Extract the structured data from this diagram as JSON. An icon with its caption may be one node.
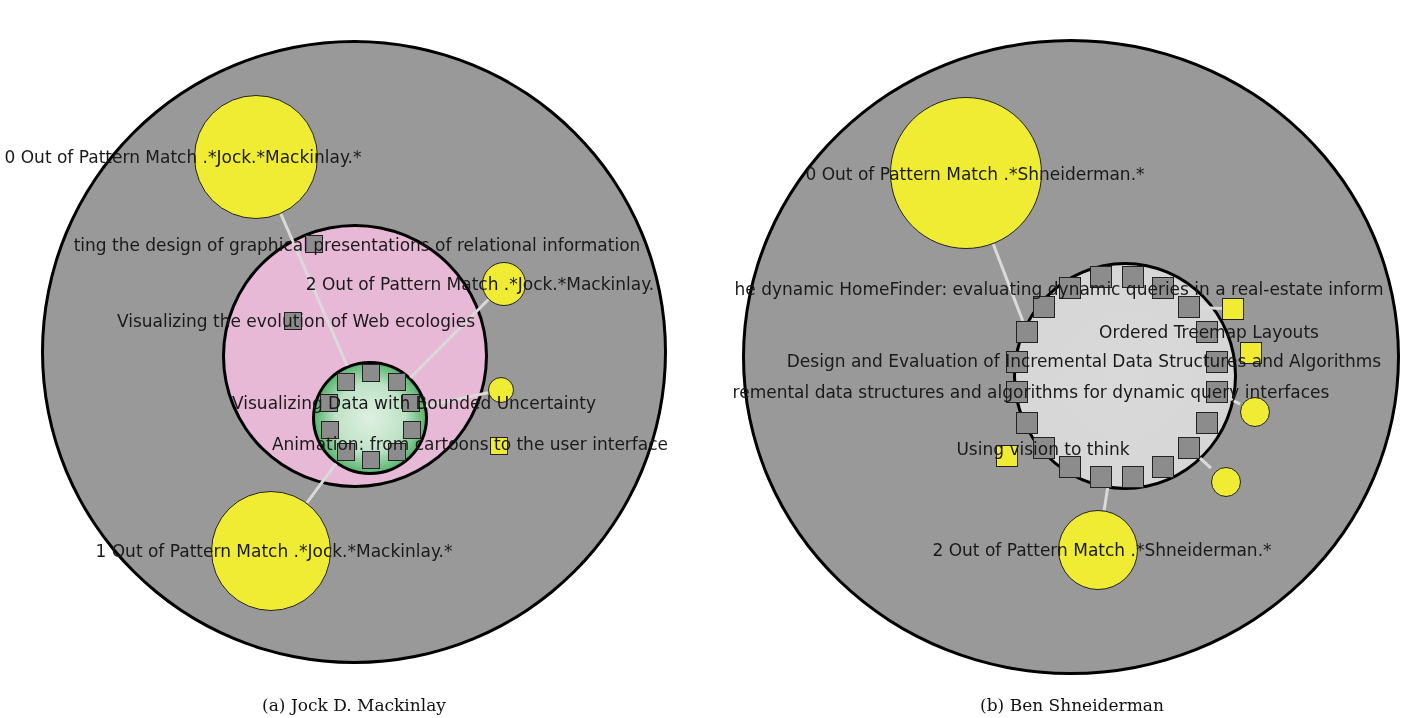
{
  "diagram": {
    "nodes": [
      {
        "text": [],
        "shape": "circle"
      },
      {
        "text": [],
        "shape": "circle",
        "in": 0
      },
      {
        "text": [],
        "shape": "circle",
        "in": 0
      },
      {
        "text": [],
        "shape": "box",
        "in": 1
      },
      {
        "text": [],
        "shape": "circle",
        "in": 0
      },
      {
        "text": [],
        "shape": "box",
        "in": 1
      },
      {
        "text": [],
        "shape": "circle",
        "in": 1
      },
      {
        "text": [],
        "shape": "box",
        "in": 6
      },
      {
        "text": [],
        "shape": "box",
        "in": 6
      },
      {
        "text": [],
        "shape": "box",
        "in": 6
      },
      {
        "text": [],
        "shape": "box",
        "in": 6
      },
      {
        "text": [],
        "shape": "box",
        "in": 6
      },
      {
        "text": [],
        "shape": "box",
        "in": 6
      },
      {
        "text": [],
        "shape": "box",
        "in": 6
      },
      {
        "text": [],
        "shape": "box",
        "in": 6
      },
      {
        "text": [],
        "shape": "box",
        "in": 6
      },
      {
        "text": [],
        "shape": "box",
        "in": 6
      },
      {
        "text": [],
        "shape": "circle",
        "in": 0
      },
      {
        "text": [],
        "shape": "box",
        "in": 0
      },
      {
        "text": [],
        "shape": "circle",
        "in": 0
      },
      {
        "text": [],
        "shape": "circle"
      },
      {
        "text": [],
        "shape": "circle",
        "in": 20
      },
      {
        "text": [],
        "shape": "circle",
        "in": 20
      },
      {
        "text": [],
        "shape": "box",
        "in": 22
      },
      {
        "text": [],
        "shape": "box",
        "in": 22
      },
      {
        "text": [],
        "shape": "box",
        "in": 22
      },
      {
        "text": [],
        "shape": "box",
        "in": 22
      },
      {
        "text": [],
        "shape": "box",
        "in": 22
      },
      {
        "text": [],
        "shape": "box",
        "in": 22
      },
      {
        "text": [],
        "shape": "box",
        "in": 22
      },
      {
        "text": [],
        "shape": "box",
        "in": 22
      },
      {
        "text": [],
        "shape": "box",
        "in": 22
      },
      {
        "text": [],
        "shape": "box",
        "in": 22
      },
      {
        "text": [],
        "shape": "box",
        "in": 22
      },
      {
        "text": [],
        "shape": "box",
        "in": 22
      },
      {
        "text": [],
        "shape": "box",
        "in": 22
      },
      {
        "text": [],
        "shape": "box",
        "in": 22
      },
      {
        "text": [],
        "shape": "box",
        "in": 22
      },
      {
        "text": [],
        "shape": "box",
        "in": 22
      },
      {
        "text": [],
        "shape": "box",
        "in": 22
      },
      {
        "text": [],
        "shape": "box",
        "in": 22
      },
      {
        "text": [],
        "shape": "box",
        "in": 22
      },
      {
        "text": [],
        "shape": "box",
        "in": 22
      },
      {
        "text": [],
        "shape": "box",
        "in": 20
      },
      {
        "text": [],
        "shape": "box",
        "in": 20
      },
      {
        "text": [],
        "shape": "circle",
        "in": 20
      },
      {
        "text": [],
        "shape": "box",
        "in": 20
      },
      {
        "text": [],
        "shape": "circle",
        "in": 20
      },
      {
        "text": [],
        "shape": "circle",
        "in": 20
      }
    ],
    "edges": [
      {
        "from": 2,
        "to": 6,
        "arrow": "none"
      },
      {
        "from": 19,
        "to": 6,
        "arrow": "none"
      },
      {
        "from": 4,
        "to": 6,
        "arrow": "none"
      },
      {
        "from": 17,
        "to": 6,
        "arrow": "none"
      },
      {
        "from": 21,
        "to": 29,
        "arrow": "none"
      },
      {
        "from": 48,
        "to": 22,
        "arrow": "none"
      },
      {
        "from": 43,
        "to": 28,
        "arrow": "none"
      },
      {
        "from": 45,
        "to": 34,
        "arrow": "none"
      },
      {
        "from": 47,
        "to": 38,
        "arrow": "none"
      }
    ],
    "labels": [
      "0 Out of Pattern Match .*Jock.*Mackinlay.*",
      "ting the design of graphical presentations of relational information",
      "2 Out of Pattern Match .*Jock.*Mackinlay.",
      "Visualizing the evolution of Web ecologies",
      "Visualizing Data with Bounded Uncertainty",
      "Animation: from cartoons to the user interface",
      "1 Out of Pattern Match .*Jock.*Mackinlay.*",
      "0 Out of Pattern Match .*Shneiderman.*",
      "he dynamic HomeFinder: evaluating dynamic queries in a real-estate inform",
      "Ordered Treemap Layouts",
      "Design and Evaluation of Incremental Data Structures and Algorithms",
      "remental data structures and algorithms for dynamic query interfaces",
      "Using vision to think",
      "2 Out of Pattern Match .*Shneiderman.*",
      "(a) Jock D. Mackinlay",
      "(b) Ben Shneiderman"
    ]
  }
}
